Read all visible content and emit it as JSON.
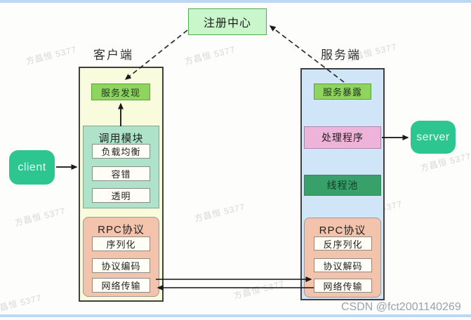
{
  "registry": {
    "label": "注册中心"
  },
  "client_side": {
    "title": "客户端",
    "service_discovery": "服务发现",
    "call_module": {
      "title": "调用模块",
      "items": [
        "负载均衡",
        "容错",
        "透明"
      ]
    },
    "rpc_protocol": {
      "title": "RPC协议",
      "items": [
        "序列化",
        "协议编码",
        "网络传输"
      ]
    }
  },
  "server_side": {
    "title": "服务端",
    "service_expose": "服务暴露",
    "handler": "处理程序",
    "thread_pool": "线程池",
    "rpc_protocol": {
      "title": "RPC协议",
      "items": [
        "反序列化",
        "协议解码",
        "网络传输"
      ]
    }
  },
  "nodes": {
    "client_label": "client",
    "server_label": "server"
  },
  "watermarks": {
    "diagonal": "方昌恒 5377",
    "csdn": "CSDN @fct2001140269"
  },
  "colors": {
    "registry_fill": "#c9f6cb",
    "registry_border": "#4cae4f",
    "client_container_fill": "#f8fbdc",
    "server_container_fill": "#d0e6f8",
    "service_box_fill": "#8fd45f",
    "call_module_fill": "#aee3c9",
    "rpc_fill": "#f4c3ab",
    "handler_fill": "#eeb3d8",
    "thread_pool_fill": "#38a169",
    "node_fill": "#2ec690",
    "edge_line": "#b9d9f2"
  }
}
